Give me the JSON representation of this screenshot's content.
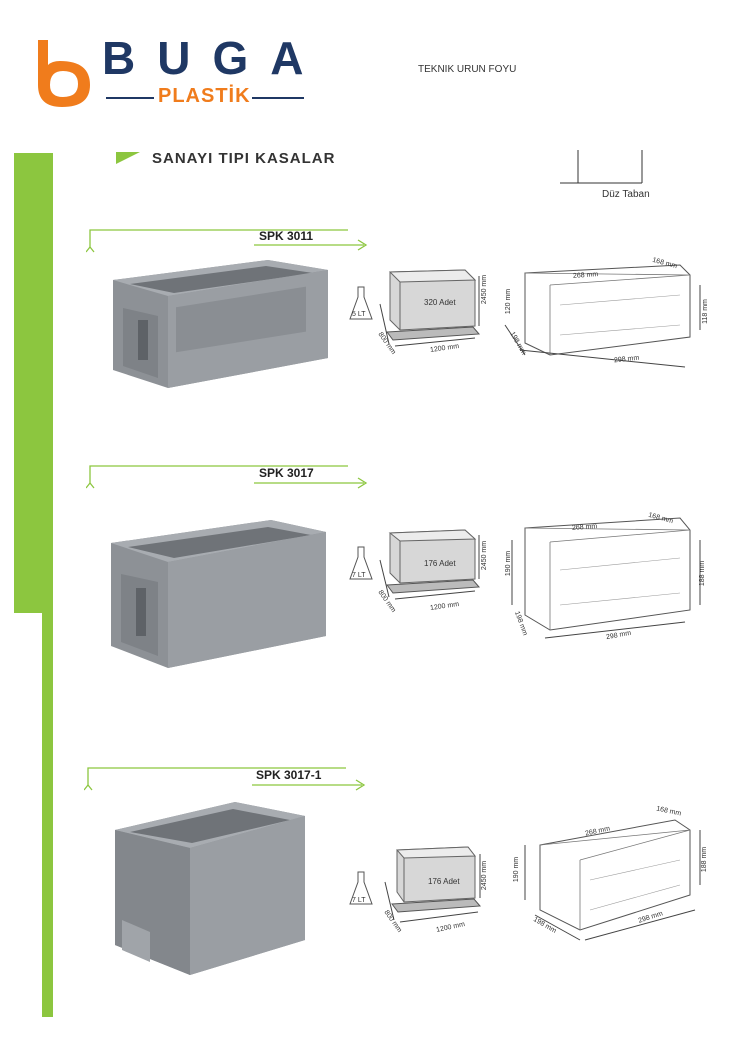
{
  "header": {
    "brand_name": "BUGA",
    "brand_sub": "PLASTİK",
    "doc_title": "TEKNIK URUN FOYU"
  },
  "section": {
    "title": "SANAYI TIPI KASALAR",
    "base_label": "Düz Taban"
  },
  "products": [
    {
      "model": "SPK 3011",
      "volume": "5 LT",
      "pallet": {
        "count": "320 Adet",
        "height": "2450 mm",
        "depth": "800 mm",
        "width": "1200 mm"
      },
      "dims": {
        "top_length": "268 mm",
        "top_width": "168 mm",
        "inner_h": "120 mm",
        "outer_h": "118 mm",
        "base_w": "198 mm",
        "length": "298 mm"
      }
    },
    {
      "model": "SPK 3017",
      "volume": "7 LT",
      "pallet": {
        "count": "176 Adet",
        "height": "2450 mm",
        "depth": "800 mm",
        "width": "1200 mm"
      },
      "dims": {
        "top_length": "268 mm",
        "top_width": "168 mm",
        "inner_h": "190 mm",
        "outer_h": "188 mm",
        "base_w": "198 mm",
        "length": "298 mm"
      }
    },
    {
      "model": "SPK 3017-1",
      "volume": "7 LT",
      "pallet": {
        "count": "176 Adet",
        "height": "2450 mm",
        "depth": "800 mm",
        "width": "1200 mm"
      },
      "dims": {
        "top_length": "268 mm",
        "top_width": "168 mm",
        "inner_h": "190 mm",
        "outer_h": "188 mm",
        "base_w": "198 mm",
        "length": "298 mm"
      }
    }
  ]
}
